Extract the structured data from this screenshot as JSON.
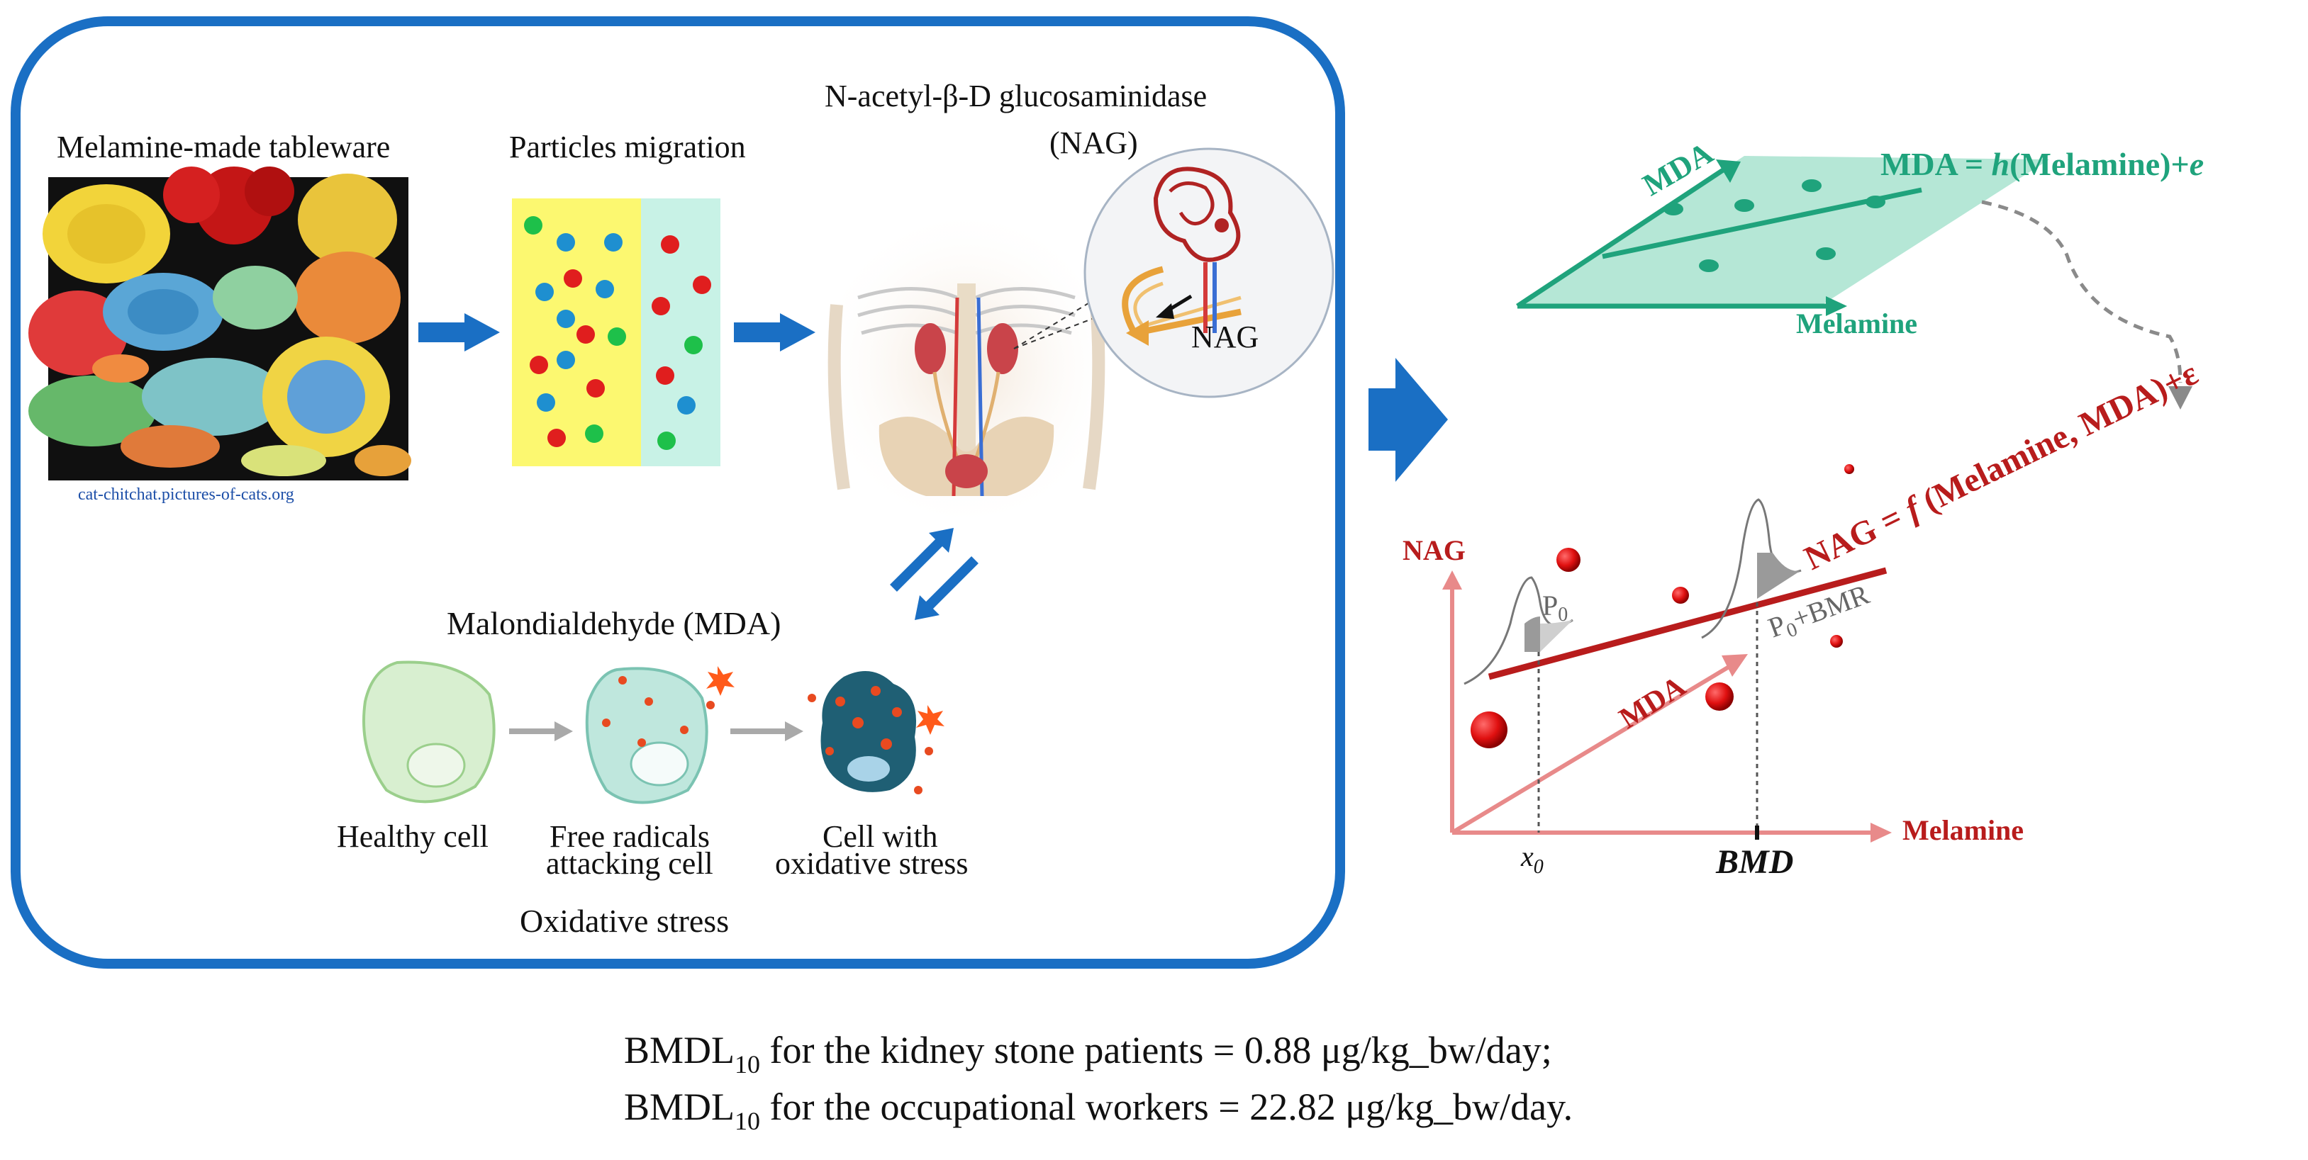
{
  "left_panel": {
    "tableware_label": "Melamine-made tableware",
    "photo_credit": "cat-chitchat.pictures-of-cats.org",
    "migration_label": "Particles migration",
    "nag_title_line1": "N-acetyl-β-D glucosaminidase",
    "nag_title_line2": "(NAG)",
    "nag_inset_label": "NAG",
    "mda_title": "Malondialdehyde (MDA)",
    "cell_healthy": "Healthy cell",
    "cell_attacked_line1": "Free radicals",
    "cell_attacked_line2": "attacking cell",
    "cell_stressed_line1": "Cell with",
    "cell_stressed_line2": "oxidative stress",
    "oxidative_stress_label": "Oxidative stress"
  },
  "right_panel": {
    "upper_plane": {
      "axis_y": "MDA",
      "axis_x": "Melamine",
      "equation_pre": "MDA = ",
      "equation_fn": "h",
      "equation_post": "(Melamine)+",
      "equation_err": "e"
    },
    "lower_plot": {
      "axis_y": "NAG",
      "axis_depth": "MDA",
      "axis_x": "Melamine",
      "equation_pre": "NAG = ",
      "equation_fn": "f",
      "equation_post": " (Melamine, MDA)+ε",
      "p0_label": "P",
      "p0_sub": "0",
      "p0bmr_label": "P",
      "p0bmr_sub": "0",
      "p0bmr_post": "+BMR",
      "x0_label": "x",
      "x0_sub": "0",
      "bmd_label": "BMD"
    }
  },
  "footer": {
    "line1_pre": "BMDL",
    "line1_sub": "10",
    "line1_post": " for the kidney stone patients = 0.88 μg/kg_bw/day;",
    "line2_pre": "BMDL",
    "line2_sub": "10",
    "line2_post": " for the occupational workers  = 22.82 μg/kg_bw/day."
  },
  "colors": {
    "panel_border": "#1a6fc4",
    "blue_arrow": "#1a6fc4",
    "teal": "#1fa37c",
    "teal_plane": "#a8e3cf",
    "dark_red": "#b81c1c",
    "light_red": "#e88a8a",
    "yellow": "#fcf870",
    "light_cyan": "#c8f2e6"
  },
  "dots_blue": "blue-particle",
  "dots_red": "red-particle",
  "dots_green": "green-particle"
}
